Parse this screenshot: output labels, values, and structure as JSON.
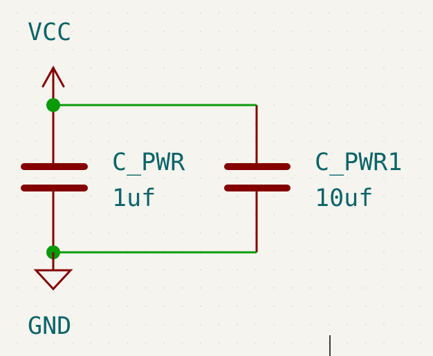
{
  "app": "Schematic editor canvas",
  "colors": {
    "background": "#f5f4ef",
    "wire": "#0a9a0a",
    "component": "#840000",
    "text": "#0b6468",
    "junction": "#0a9a0a",
    "grid_dot": "#e2e1dc",
    "cursor": "#000000"
  },
  "power_symbols": {
    "vcc": {
      "label": "VCC",
      "icon": "power-arrow-up-icon"
    },
    "gnd": {
      "label": "GND",
      "icon": "ground-triangle-icon"
    }
  },
  "components": [
    {
      "reference": "C_PWR",
      "value": "1uf",
      "type": "capacitor"
    },
    {
      "reference": "C_PWR1",
      "value": "10uf",
      "type": "capacitor"
    }
  ],
  "junctions": [
    "vcc-node",
    "gnd-node"
  ],
  "cursor": {
    "icon": "text-cursor-icon"
  }
}
